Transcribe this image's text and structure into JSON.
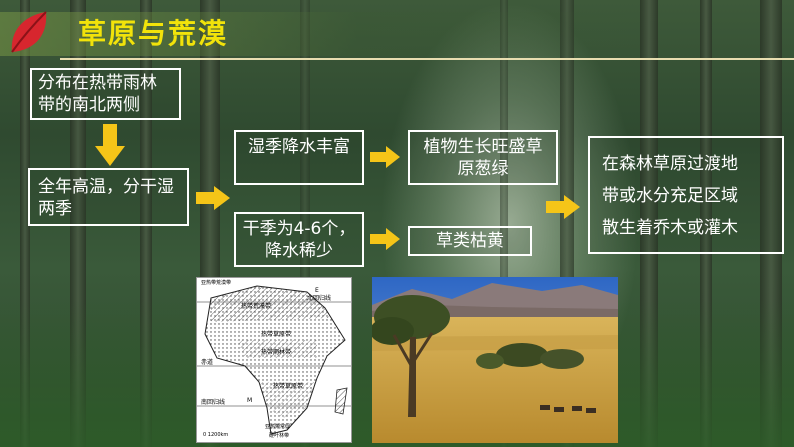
{
  "slide": {
    "title": "草原与荒漠"
  },
  "boxes": {
    "distribution": "分布在热带雨林带的南北两侧",
    "climate": "全年高温，分干湿两季",
    "wet_season": "湿季降水丰富",
    "dry_season": "干季为4-6个，降水稀少",
    "plants_lush": "植物生长旺盛草原葱绿",
    "grass_yellow": "草类枯黄",
    "transition": [
      "在森林草原过渡地",
      "带或水分充足区域",
      "散生着乔木或灌木"
    ]
  },
  "map": {
    "labels": {
      "subtropical_desert": "亚热带荒漠带",
      "desert": "热带荒漠带",
      "tropic_north": "北回归线",
      "savanna1": "热带草原带",
      "rainforest": "热带雨林带",
      "equator": "赤道",
      "savanna2": "热带草原带",
      "tropic_south": "南回归线",
      "sub_sclerophyll": "亚热带常绿",
      "sclerophyll": "硬叶林带",
      "letter_e": "E",
      "letter_m": "M",
      "scale": "0 1200km"
    }
  },
  "colors": {
    "title": "#f2e30a",
    "arrow": "#f5c518",
    "box_border": "#ffffff"
  }
}
